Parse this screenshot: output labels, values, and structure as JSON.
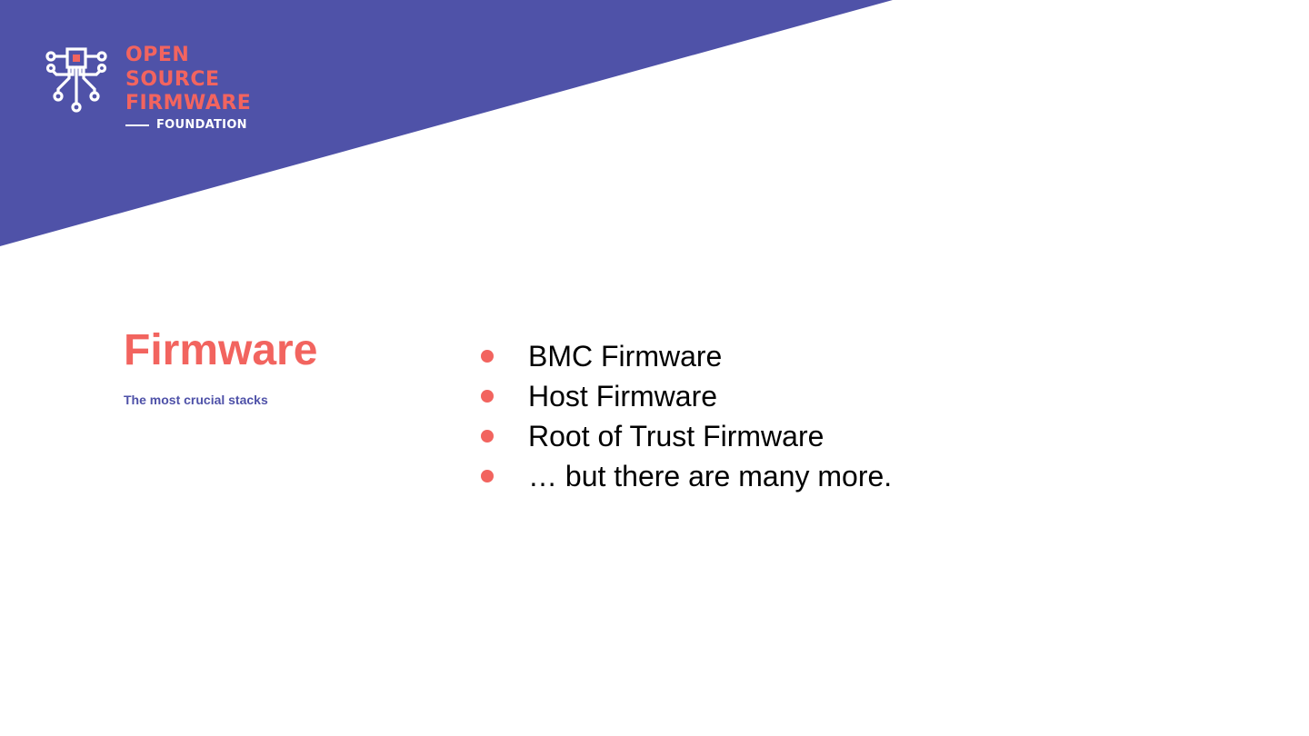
{
  "colors": {
    "banner": "#4f52a8",
    "accent": "#f2645f",
    "subtitle": "#4e51a8",
    "text": "#000000",
    "background": "#ffffff"
  },
  "logo": {
    "icon": "circuit-chip-icon",
    "line1": "OPEN",
    "line2": "SOURCE",
    "line3": "FIRMWARE",
    "line4": "FOUNDATION"
  },
  "slide": {
    "title": "Firmware",
    "subtitle": "The most crucial stacks",
    "bullets": [
      "BMC Firmware",
      "Host Firmware",
      "Root of Trust Firmware",
      "… but there are many more."
    ]
  }
}
